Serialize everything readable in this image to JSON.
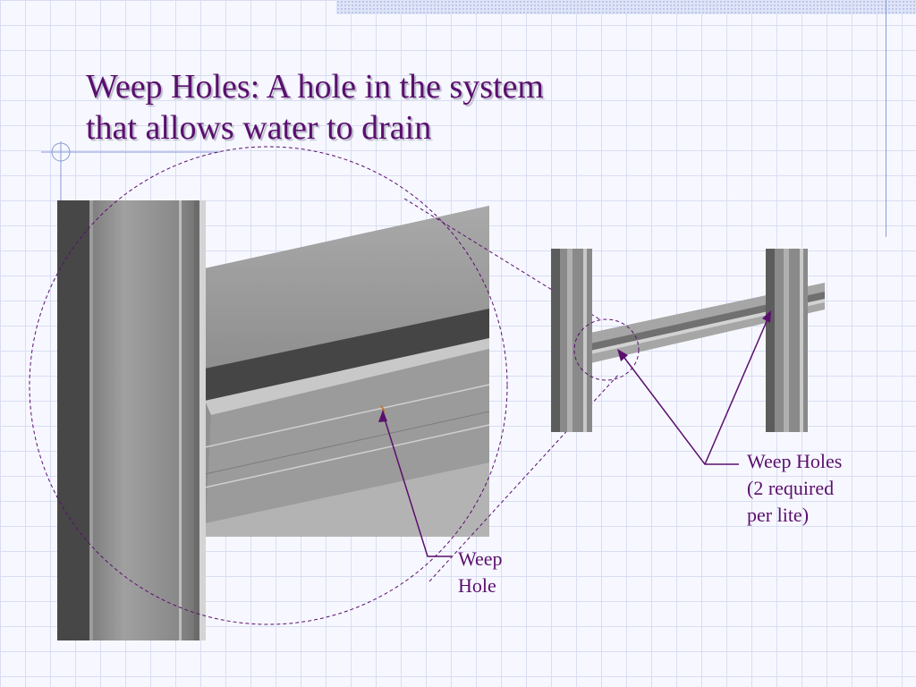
{
  "slide": {
    "title_line1": "Weep Holes: A hole in the system",
    "title_line2": "that allows water to drain"
  },
  "labels": {
    "weep_hole": [
      "Weep",
      "Hole"
    ],
    "weep_holes": [
      "Weep Holes",
      "(2 required",
      "per lite)"
    ]
  },
  "colors": {
    "title": "#5a0f6e",
    "leader": "#5a0f6e",
    "frame_gray": "#9a9a9a",
    "weep_hole_mark": "#c86a10"
  }
}
